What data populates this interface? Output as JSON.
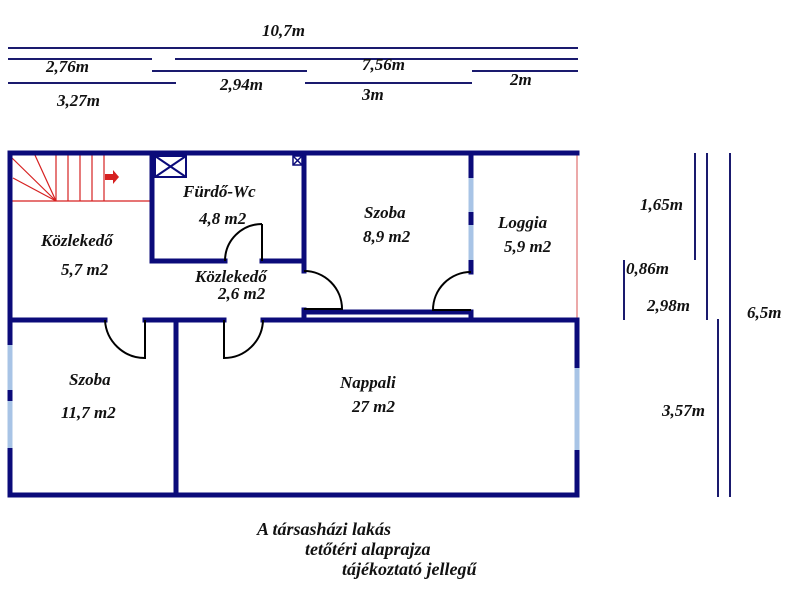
{
  "dimensions": {
    "top": {
      "total": "10,7m",
      "seg_a": "2,76m",
      "seg_b": "7,56m",
      "seg_c": "2,94m",
      "seg_d": "2m",
      "seg_e": "3,27m",
      "seg_f": "3m"
    },
    "right": {
      "seg_a": "1,65m",
      "seg_b": "0,86m",
      "seg_c": "2,98m",
      "seg_d": "3,57m",
      "total": "6,5m"
    }
  },
  "rooms": [
    {
      "name": "Fürdő-Wc",
      "area": "4,8 m2"
    },
    {
      "name": "Szoba",
      "area": "8,9 m2"
    },
    {
      "name": "Loggia",
      "area": "5,9 m2"
    },
    {
      "name": "Közlekedő",
      "area": "5,7 m2"
    },
    {
      "name": "Közlekedő",
      "area": "2,6 m2"
    },
    {
      "name": "Szoba",
      "area": "11,7 m2"
    },
    {
      "name": "Nappali",
      "area": "27 m2"
    }
  ],
  "caption": {
    "line1": "A társasházi lakás",
    "line2": "tetőtéri alaprajza",
    "line3": "tájékoztató jellegű"
  },
  "colors": {
    "wall": "#0b0b7a",
    "window": "#a8c4e6",
    "stair": "#d62020"
  }
}
